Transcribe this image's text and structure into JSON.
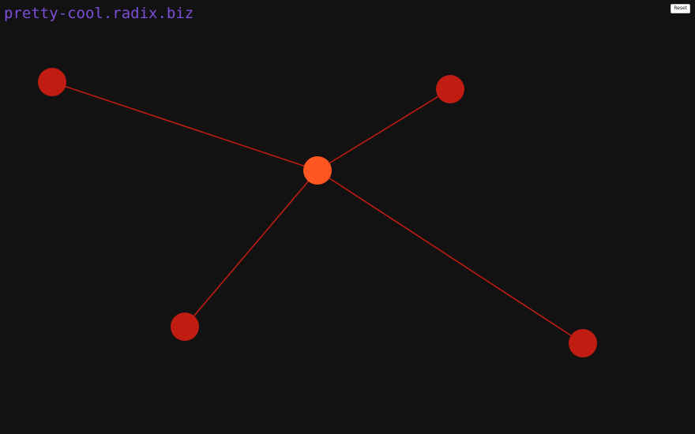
{
  "header": {
    "site_link": "pretty-cool.radix.biz",
    "reset_label": "Reset"
  },
  "colors": {
    "background": "#121212",
    "link": "#7b4fd8",
    "edge": "#c01c12",
    "node": "#c01c12",
    "node_selected": "#ff5722"
  },
  "graph": {
    "center_node": {
      "name": "graph-node-center",
      "color_key": "node_selected"
    },
    "outer_nodes": [
      {
        "name": "graph-node-1",
        "color_key": "node"
      },
      {
        "name": "graph-node-2",
        "color_key": "node"
      },
      {
        "name": "graph-node-3",
        "color_key": "node"
      },
      {
        "name": "graph-node-4",
        "color_key": "node"
      }
    ],
    "edges": [
      {
        "name": "graph-edge-1",
        "from": "graph-node-center",
        "to": "graph-node-1"
      },
      {
        "name": "graph-edge-2",
        "from": "graph-node-center",
        "to": "graph-node-2"
      },
      {
        "name": "graph-edge-3",
        "from": "graph-node-center",
        "to": "graph-node-3"
      },
      {
        "name": "graph-edge-4",
        "from": "graph-node-center",
        "to": "graph-node-4"
      }
    ]
  }
}
